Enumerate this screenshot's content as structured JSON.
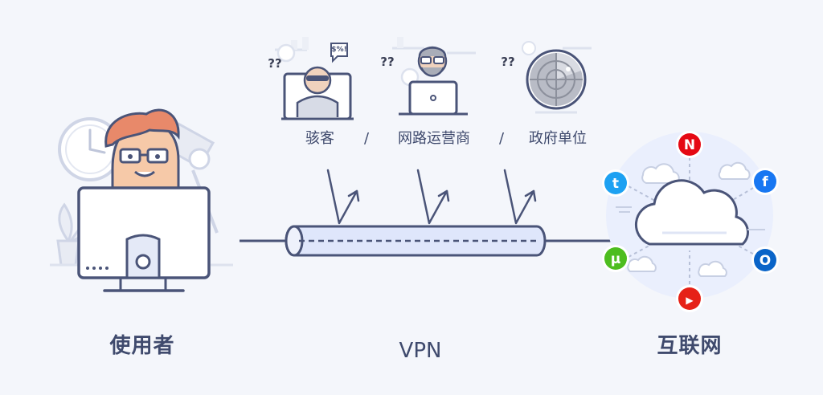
{
  "nodes": {
    "user_label": "使用者",
    "vpn_label": "VPN",
    "internet_label": "互联网"
  },
  "observers": [
    {
      "label": "骇客",
      "question": "??"
    },
    {
      "label": "网路运营商",
      "question": "??"
    },
    {
      "label": "政府单位",
      "question": "??"
    }
  ],
  "separator": "/",
  "screen_text": "$%!",
  "services": [
    {
      "name": "Netflix",
      "icon": "netflix-icon",
      "glyph": "N",
      "color": "#e50914"
    },
    {
      "name": "Twitter",
      "icon": "twitter-icon",
      "glyph": "t",
      "color": "#1da1f2"
    },
    {
      "name": "Facebook",
      "icon": "facebook-icon",
      "glyph": "f",
      "color": "#1877f2"
    },
    {
      "name": "uTorrent",
      "icon": "utorrent-icon",
      "glyph": "µ",
      "color": "#4dbd1f"
    },
    {
      "name": "Outlook",
      "icon": "outlook-icon",
      "glyph": "O",
      "color": "#0a64c8"
    },
    {
      "name": "YouTube",
      "icon": "youtube-icon",
      "glyph": "▶",
      "color": "#e62117"
    }
  ],
  "colors": {
    "stroke": "#4a5478",
    "tunnel_fill": "#dfe6fb",
    "label": "#3f4a6d",
    "background": "#f4f6fb"
  }
}
